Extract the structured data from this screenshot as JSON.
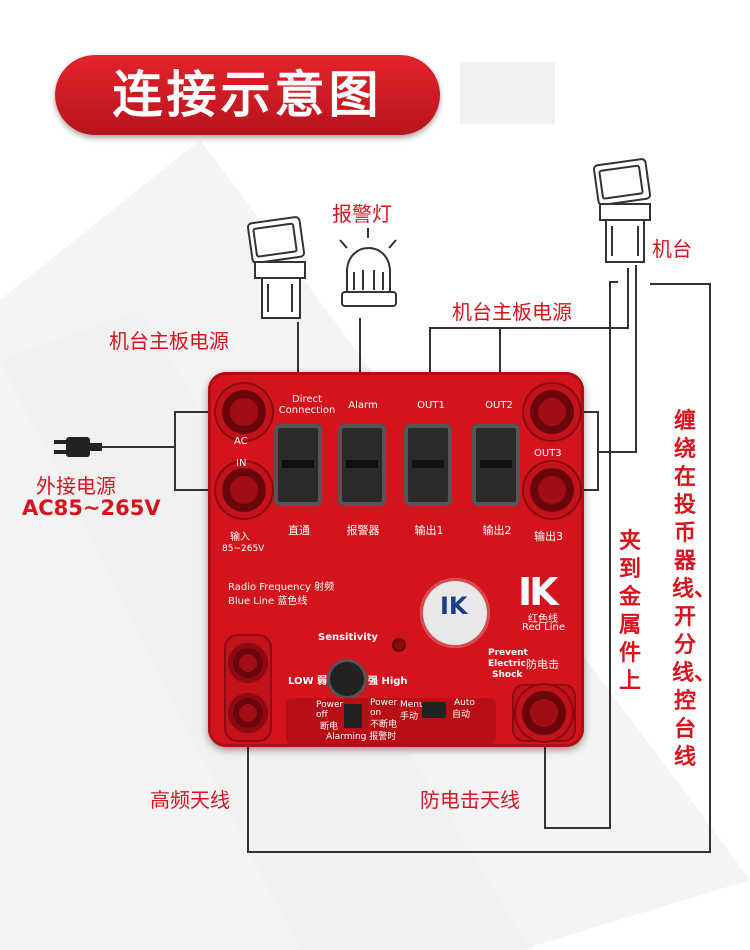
{
  "title": "连接示意图",
  "labels": {
    "alarm_lamp": "报警灯",
    "machine": "机台",
    "mainboard_power_left": "机台主板电源",
    "mainboard_power_right": "机台主板电源",
    "external_power": "外接电源",
    "voltage": "AC85~265V",
    "rf_antenna": "高频天线",
    "shock_antenna": "防电击天线",
    "clip_vertical": "夹到金属件上",
    "wrap_vertical": "缠绕在投币器线、开分线、控台线"
  },
  "device": {
    "ac": "AC",
    "in": "IN",
    "input_cn": "输入",
    "input_range": "85~265V",
    "direct_en_1": "Direct",
    "direct_en_2": "Connection",
    "alarm_en": "Alarm",
    "out1_en": "OUT1",
    "out2_en": "OUT2",
    "out3_en": "OUT3",
    "direct_cn": "直通",
    "alarm_cn": "报警器",
    "out1_cn": "输出1",
    "out2_cn": "输出2",
    "out3_cn": "输出3",
    "rf_line_1": "Radio Frequency  射频",
    "rf_line_2": "Blue Line  蓝色线",
    "sensitivity": "Sensitivity",
    "low": "LOW 弱",
    "high": "强 High",
    "logo": "IK",
    "red_line_cn": "红色线",
    "red_line_en": "Red Line",
    "prevent_1": "Prevent",
    "prevent_2": "Electric",
    "prevent_3": "Shock",
    "prevent_cn": "防电击",
    "power_off_en": "Power off",
    "power_off_cn": "断电",
    "power_on_en": "Power on",
    "power_on_cn": "不断电",
    "menu_en": "Menu",
    "menu_cn": "手动",
    "auto_en": "Auto",
    "auto_cn": "自动",
    "alarming": "Alarming 报警时"
  }
}
